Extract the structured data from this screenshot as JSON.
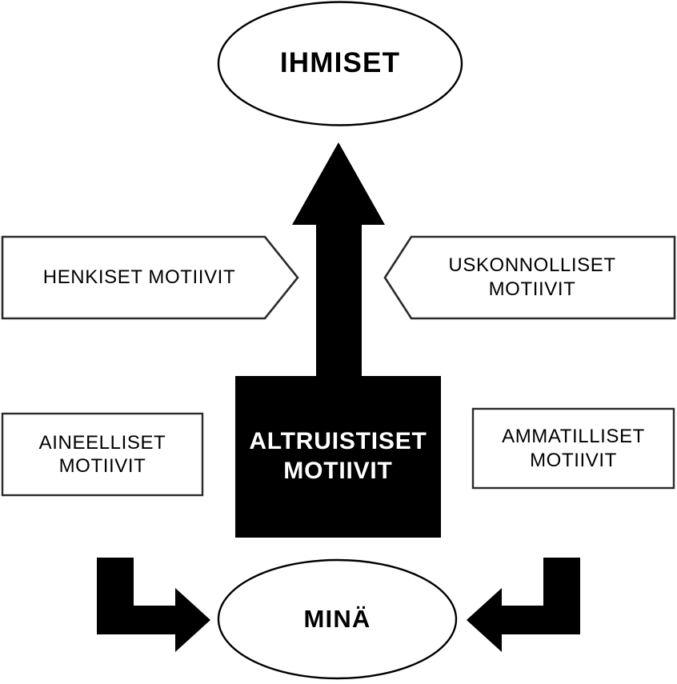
{
  "diagram": {
    "title_text": "",
    "background_color": "#ffffff",
    "stroke_color": "#000000",
    "fill_black": "#000000",
    "fill_white": "#ffffff",
    "nodes": {
      "top_ellipse": {
        "label": "IHMISET",
        "shape": "ellipse",
        "fill": "#ffffff",
        "text_color": "#000000"
      },
      "bottom_ellipse": {
        "label": "MINÄ",
        "shape": "ellipse",
        "fill": "#ffffff",
        "text_color": "#000000"
      },
      "center_box": {
        "label": "ALTRUISTISET\nMOTIIVIT",
        "shape": "rectangle",
        "fill": "#000000",
        "text_color": "#ffffff"
      },
      "chevron_left": {
        "label": "HENKISET MOTIIVIT",
        "shape": "arrow-right-pentagon",
        "fill": "#ffffff",
        "text_color": "#000000"
      },
      "chevron_right": {
        "label": "USKONNOLLISET\nMOTIIVIT",
        "shape": "arrow-left-pentagon",
        "fill": "#ffffff",
        "text_color": "#000000"
      },
      "box_left": {
        "label": "AINEELLISET\nMOTIIVIT",
        "shape": "rectangle",
        "fill": "#ffffff",
        "text_color": "#000000"
      },
      "box_right": {
        "label": "AMMATILLISET\nMOTIIVIT",
        "shape": "rectangle",
        "fill": "#ffffff",
        "text_color": "#000000"
      }
    },
    "connectors": {
      "big_up_arrow": {
        "direction": "up",
        "from": "center_box",
        "to": "top_ellipse",
        "fill": "#000000"
      },
      "bent_arrow_left": {
        "direction": "down-then-right",
        "to": "bottom_ellipse",
        "fill": "#000000"
      },
      "bent_arrow_right": {
        "direction": "down-then-left",
        "to": "bottom_ellipse",
        "fill": "#000000"
      }
    }
  }
}
